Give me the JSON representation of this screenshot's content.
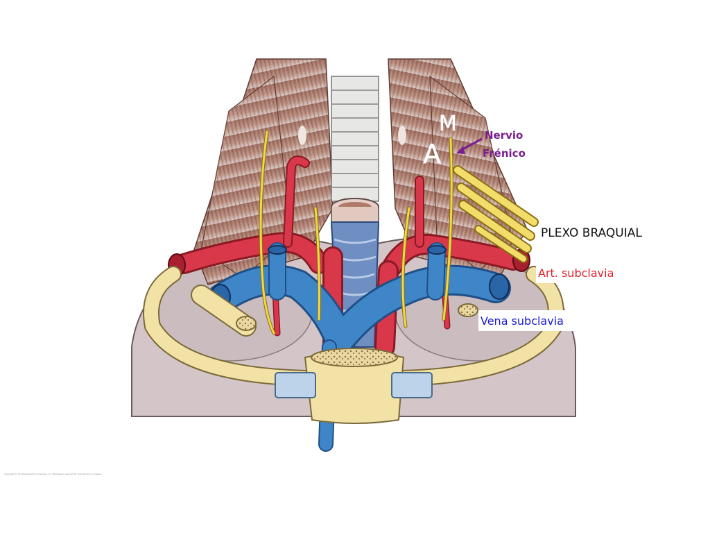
{
  "labels": {
    "muscle_m": "M",
    "muscle_a": "A",
    "nervio_line1": "Nervio",
    "nervio_line2": "Frénico",
    "plexo": "PLEXO BRAQUIAL",
    "arteria": "Art. subclavia",
    "vena": "Vena subclavia"
  },
  "copyright": "Copyright © The McGraw-Hill Companies, Inc. Permission required for reproduction or display.",
  "colors": {
    "muscle": "#b88a7a",
    "muscle_dark": "#8f5f52",
    "artery": "#d8384a",
    "vein": "#3f86c8",
    "nerve": "#f0d84a",
    "bone": "#f3e2a6",
    "trachea": "#e4e4e2",
    "pleura": "#cfc2c4",
    "label_nervio": "#7a1f8f",
    "label_arteria": "#e0202a",
    "label_vena": "#1818d0",
    "label_plexo": "#111111"
  }
}
